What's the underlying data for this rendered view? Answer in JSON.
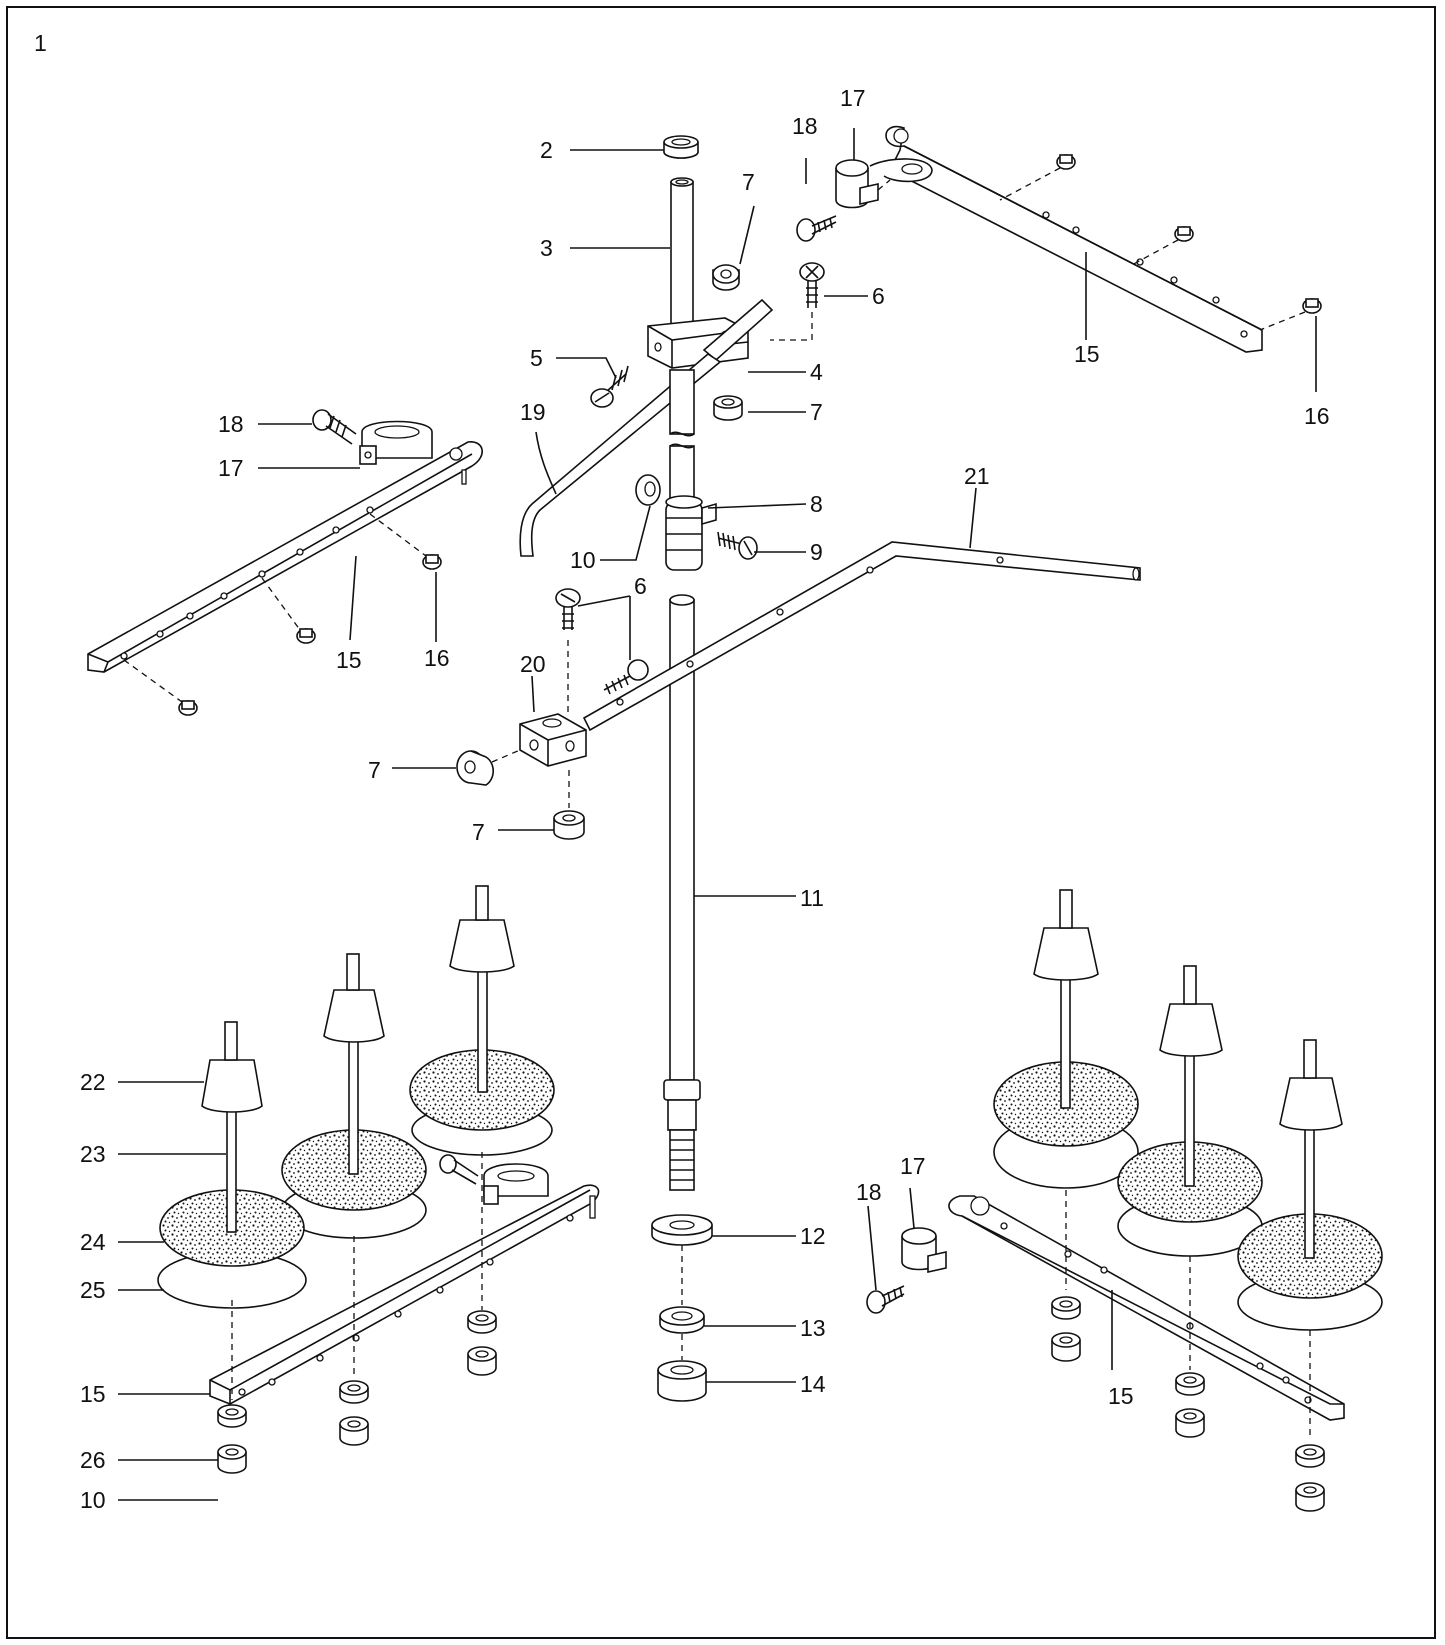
{
  "sheet_number": "1",
  "callouts": {
    "n2": "2",
    "n3": "3",
    "n4": "4",
    "n5": "5",
    "n6a": "6",
    "n6b": "6",
    "n7a": "7",
    "n7b": "7",
    "n7c": "7",
    "n7d": "7",
    "n8": "8",
    "n9": "9",
    "n10a": "10",
    "n10b": "10",
    "n11": "11",
    "n12": "12",
    "n13": "13",
    "n14": "14",
    "n15a": "15",
    "n15b": "15",
    "n15c": "15",
    "n15d": "15",
    "n16a": "16",
    "n16b": "16",
    "n17a": "17",
    "n17b": "17",
    "n17c": "17",
    "n18a": "18",
    "n18b": "18",
    "n18c": "18",
    "n19": "19",
    "n20": "20",
    "n21": "21",
    "n22": "22",
    "n23": "23",
    "n24": "24",
    "n25": "25",
    "n26": "26"
  },
  "colors": {
    "line": "#111111",
    "background": "#ffffff"
  }
}
